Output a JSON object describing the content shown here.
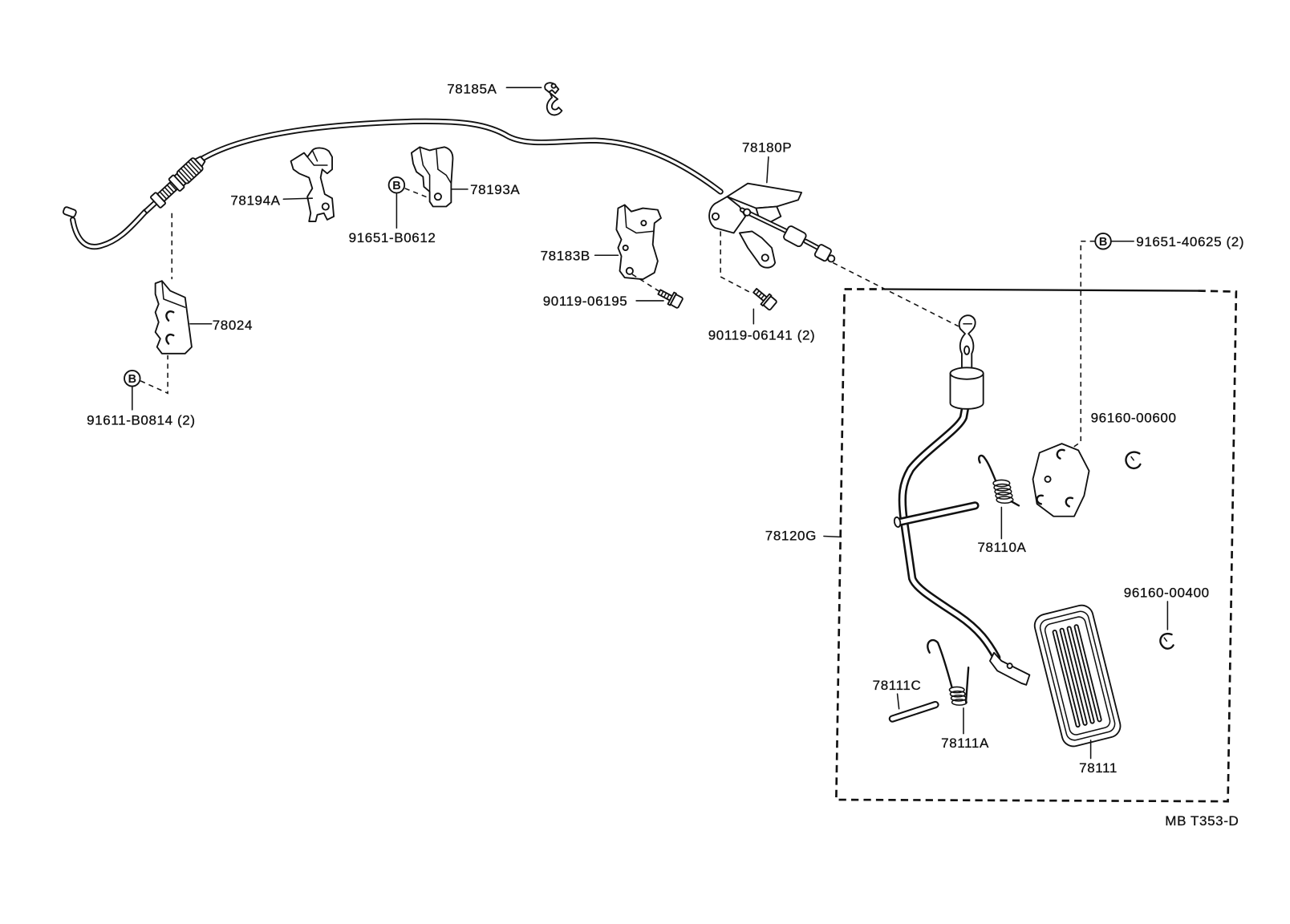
{
  "diagram": {
    "callouts": {
      "label_78185A": "78185A",
      "label_78180P": "78180P",
      "label_78194A": "78194A",
      "label_78193A": "78193A",
      "label_91651_B0612": "91651-B0612",
      "label_78183B": "78183B",
      "label_90119_06195": "90119-06195",
      "label_90119_06141": "90119-06141 (2)",
      "label_78024": "78024",
      "label_91611_B0814": "91611-B0814 (2)",
      "label_91651_40625": "91651-40625 (2)",
      "label_96160_00600": "96160-00600",
      "label_78120G": "78120G",
      "label_78110A": "78110A",
      "label_96160_00400": "96160-00400",
      "label_78111C": "78111C",
      "label_78111A": "78111A",
      "label_78111": "78111"
    },
    "bolt_marker": "B",
    "drawing_code": "MB T353-D"
  }
}
